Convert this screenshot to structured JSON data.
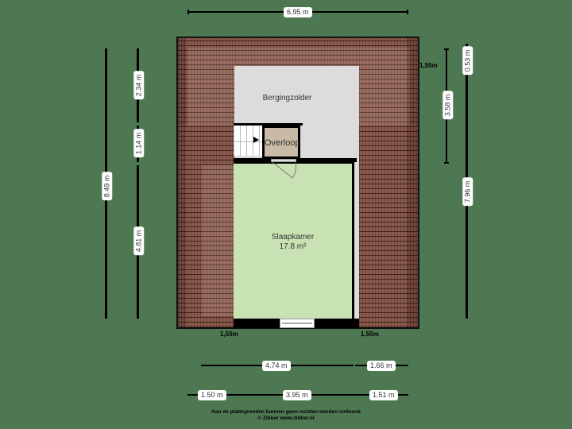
{
  "floorplan": {
    "rooms": [
      {
        "id": "bergingzolder",
        "label": "Bergingzolder"
      },
      {
        "id": "overloop",
        "label": "Overloop"
      },
      {
        "id": "slaapkamer",
        "label": "Slaapkamer",
        "area": "17.8 m²"
      }
    ],
    "colors": {
      "background": "#4d7852",
      "roof": "#8a5a4e",
      "storage": "#dcdcdc",
      "landing": "#c9b9a7",
      "bedroom": "#c9e2b3",
      "wall": "#000000"
    }
  },
  "dimensions": {
    "top_total": "6.95 m",
    "left_total": "8.49 m",
    "left_upper": "2.34 m",
    "left_middle": "1.14 m",
    "left_lower": "4.81 m",
    "right_top": "0.53 m",
    "right_middle": "3.58 m",
    "right_total": "7.96 m",
    "height_marker_top_right": "1,50m",
    "height_marker_bottom_left": "1,50m",
    "height_marker_bottom_right": "1,50m",
    "bottom_row1_left": "4.74 m",
    "bottom_row1_right": "1.66 m",
    "bottom_row2_left": "1.50 m",
    "bottom_row2_middle": "3.95 m",
    "bottom_row2_right": "1.51 m"
  },
  "footer": {
    "disclaimer": "Aan de plattegronden kunnen geen rechten worden ontleend",
    "copyright": "© Zibber www.zibber.nl"
  }
}
